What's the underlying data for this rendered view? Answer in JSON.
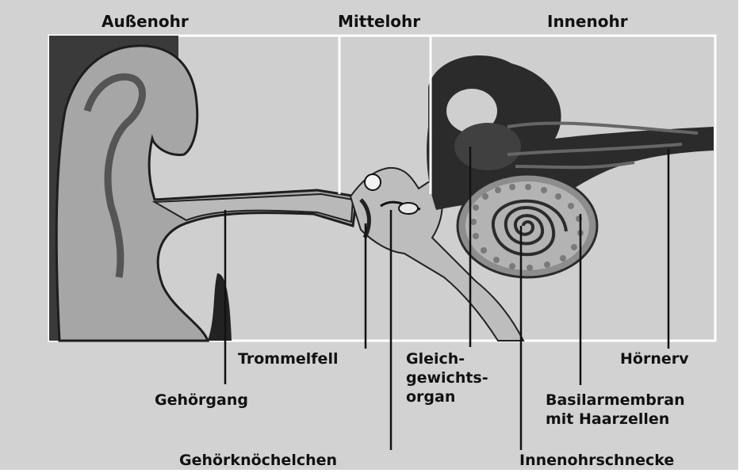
{
  "sections": {
    "outer": "Außenohr",
    "middle": "Mittelohr",
    "inner": "Innenohr"
  },
  "labels": {
    "ear_canal": "Gehörgang",
    "eardrum": "Trommelfell",
    "ossicles": "Gehörknöchelchen",
    "balance_organ": [
      "Gleich-",
      "gewichts-",
      "organ"
    ],
    "cochlea": "Innenohrschnecke",
    "basilar_membrane": [
      "Basilarmembran",
      "mit Haarzellen"
    ],
    "auditory_nerve": "Hörnerv"
  }
}
